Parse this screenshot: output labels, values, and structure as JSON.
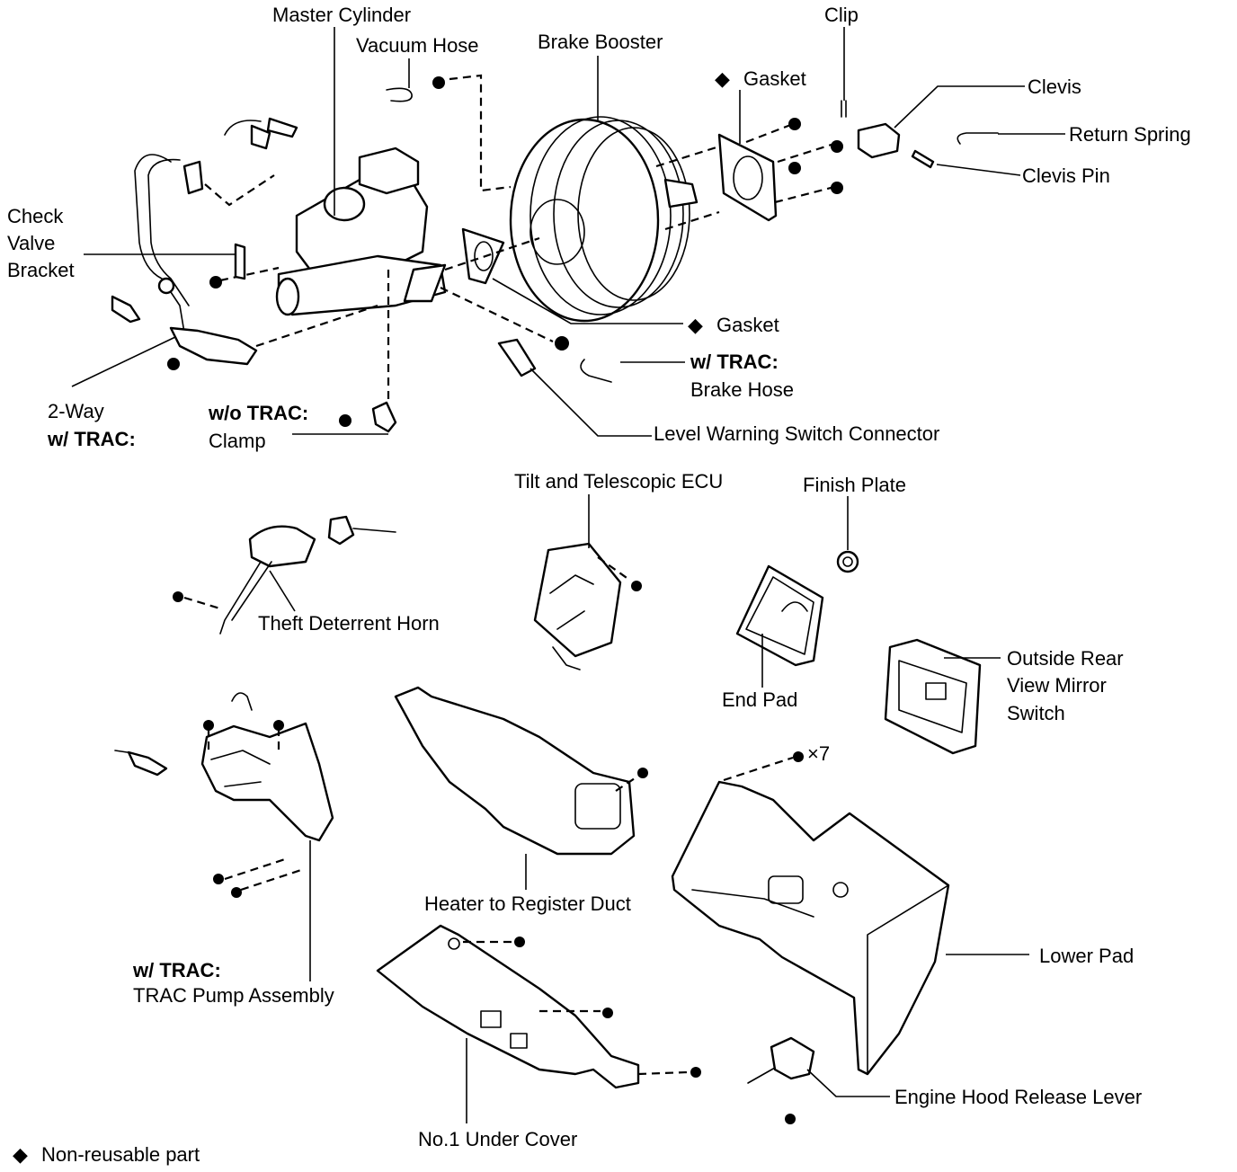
{
  "diagram": {
    "type": "exploded-parts-view",
    "subject": "Brake booster / instrument lower pad assembly"
  },
  "labels": {
    "master_cylinder": "Master Cylinder",
    "vacuum_hose": "Vacuum Hose",
    "brake_booster": "Brake Booster",
    "clip": "Clip",
    "gasket_top": "Gasket",
    "clevis": "Clevis",
    "return_spring": "Return Spring",
    "clevis_pin": "Clevis Pin",
    "check_valve_bracket_1": "Check",
    "check_valve_bracket_2": "Valve",
    "check_valve_bracket_3": "Bracket",
    "gasket_bottom": "Gasket",
    "brake_hose_cond": "w/ TRAC:",
    "brake_hose": "Brake Hose",
    "two_way": "2-Way",
    "two_way_cond": "w/ TRAC:",
    "clamp_cond": "w/o TRAC:",
    "clamp": "Clamp",
    "level_warning": "Level Warning Switch Connector",
    "tilt_ecu": "Tilt and Telescopic ECU",
    "finish_plate": "Finish Plate",
    "theft_horn": "Theft Deterrent Horn",
    "end_pad": "End Pad",
    "mirror_switch_1": "Outside Rear",
    "mirror_switch_2": "View Mirror",
    "mirror_switch_3": "Switch",
    "bolt_count": "×7",
    "heater_duct": "Heater to Register Duct",
    "lower_pad": "Lower Pad",
    "trac_pump_cond": "w/ TRAC:",
    "trac_pump": "TRAC Pump Assembly",
    "hood_release": "Engine Hood Release Lever",
    "under_cover": "No.1 Under Cover",
    "legend": "Non-reusable part"
  },
  "symbols": {
    "non_reusable": "◆"
  }
}
